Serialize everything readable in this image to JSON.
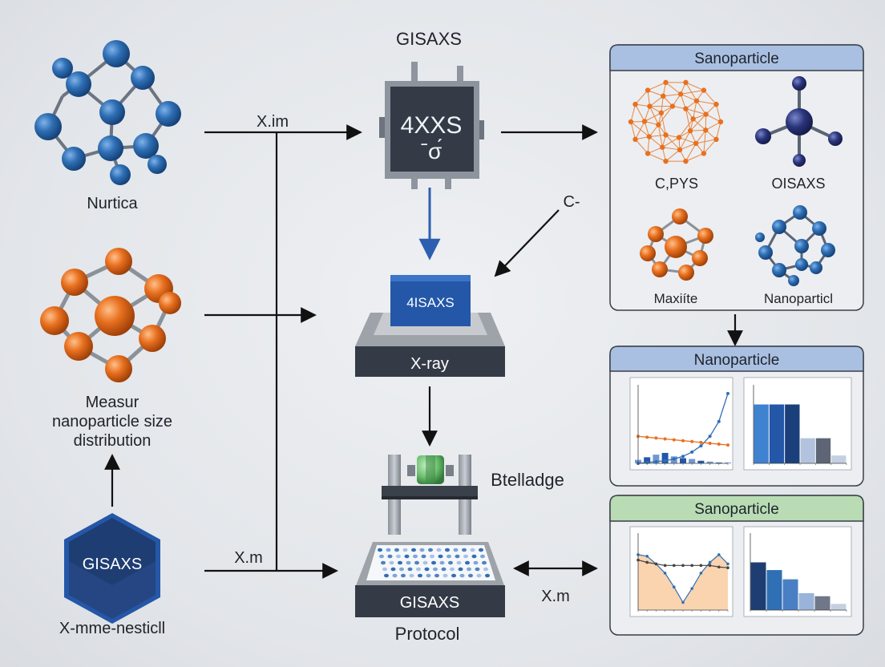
{
  "top_title": "GISAXS",
  "labels": {
    "nurtica": "Nurtica",
    "measure_1": "Measur",
    "measure_2": "nanoparticle size",
    "measure_3": "distribution",
    "hex_badge": "GISAXS",
    "x_mme": "X-mme-nesticll",
    "xim": "X.im",
    "xm_left": "X.m",
    "xm_right": "X.m",
    "c_arrow": "C-",
    "detector_line1": "4XXS",
    "detector_line2": "ˉσ́",
    "sample_block": "4ISAXS",
    "xray_base": "X-ray",
    "btelladge": "Btelladge",
    "tray_label": "GISAXS",
    "protocol": "Protocol"
  },
  "panels": {
    "top": {
      "title": "Sanoparticle",
      "header_color": "#a9c0e2",
      "items": [
        "C,PYS",
        "OISAXS",
        "Maxiíte",
        "Nanoparticl"
      ]
    },
    "middle": {
      "title": "Nanoparticle",
      "header_color": "#a9c0e2"
    },
    "bottom": {
      "title": "Sanoparticle",
      "header_color": "#b9dcb4"
    }
  },
  "colors": {
    "blue_atom": "#2f6fb4",
    "orange_atom": "#e8701f",
    "dark_navy": "#1e3d72",
    "device_dark": "#343b47",
    "arrow": "#111111",
    "blue_arrow": "#2d5fb0"
  },
  "chart_data": [
    {
      "type": "line",
      "panel": "middle",
      "position": "left",
      "x": [
        0,
        1,
        2,
        3,
        4,
        5,
        6,
        7,
        8,
        9,
        10
      ],
      "series": [
        {
          "color": "#2f6fb4",
          "values": [
            0,
            1,
            2,
            3,
            5,
            8,
            13,
            20,
            31,
            48,
            80
          ]
        },
        {
          "color": "#e8701f",
          "values": [
            31,
            30,
            29,
            28,
            27,
            26,
            25,
            24,
            23,
            22,
            21
          ]
        }
      ],
      "bars": [
        4,
        7,
        10,
        12,
        8,
        6,
        5,
        3,
        2,
        1,
        1
      ],
      "ylim": [
        0,
        90
      ]
    },
    {
      "type": "bar",
      "panel": "middle",
      "position": "right",
      "values": [
        75,
        75,
        75,
        32,
        32,
        10
      ],
      "colors": [
        "#3f82d0",
        "#2457a8",
        "#1b3f7a",
        "#b3c3dd",
        "#5e6575",
        "#c4cfe2"
      ],
      "ylim": [
        0,
        100
      ]
    },
    {
      "type": "area",
      "panel": "bottom",
      "position": "left",
      "x": [
        0,
        1,
        2,
        3,
        4,
        5,
        6,
        7,
        8,
        9,
        10
      ],
      "series": [
        {
          "color": "#2f6fb4",
          "values": [
            72,
            70,
            60,
            48,
            30,
            10,
            28,
            48,
            62,
            72,
            60
          ]
        },
        {
          "color": "#444444",
          "values": [
            65,
            62,
            60,
            58,
            58,
            58,
            58,
            58,
            58,
            56,
            55
          ]
        }
      ],
      "ylim": [
        0,
        100
      ]
    },
    {
      "type": "bar",
      "panel": "bottom",
      "position": "right",
      "values": [
        62,
        52,
        40,
        22,
        18,
        8
      ],
      "colors": [
        "#1e3d72",
        "#2f6fb4",
        "#4a7fc4",
        "#9ab3d8",
        "#6f7788",
        "#c4cfe2"
      ],
      "ylim": [
        0,
        100
      ]
    }
  ]
}
